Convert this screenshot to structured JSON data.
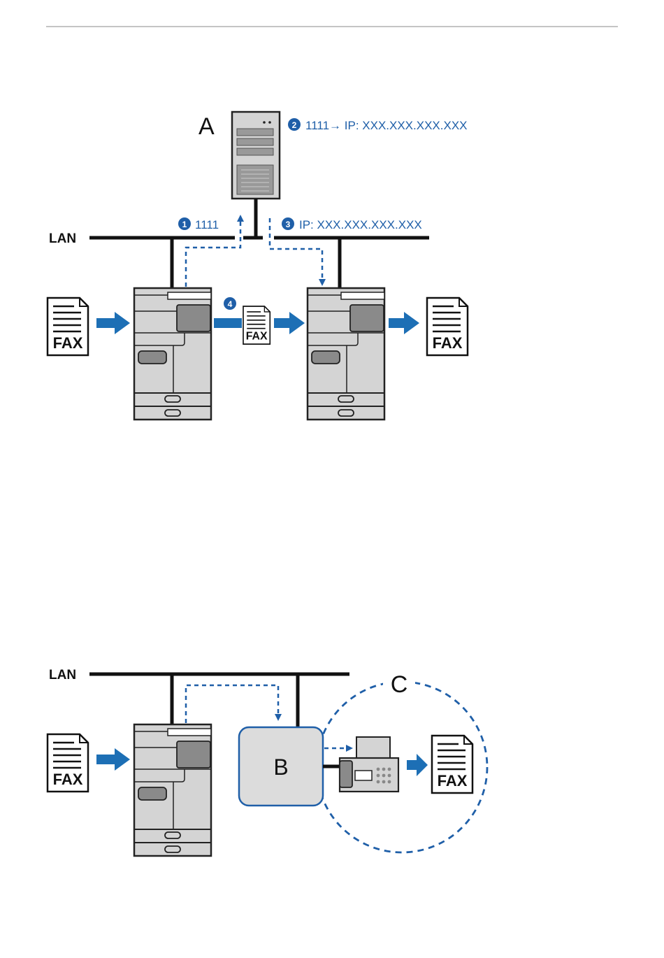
{
  "colors": {
    "blue": "#1f5fa8",
    "arrow_blue": "#1d6fb5",
    "device_fill": "#d4d4d4",
    "device_stroke": "#222222",
    "gateway_fill": "#dcdcdc",
    "gateway_stroke": "#1f5fa8"
  },
  "diagram1": {
    "server_label": "A",
    "lan_label": "LAN",
    "step1_num": "1",
    "step1_text": "1111",
    "step2_num": "2",
    "step2_text": "1111→ IP: XXX.XXX.XXX.XXX",
    "step3_num": "3",
    "step3_text": "IP: XXX.XXX.XXX.XXX",
    "step4_num": "4",
    "fax_doc_left": "FAX",
    "fax_doc_middle": "FAX",
    "fax_doc_right": "FAX"
  },
  "diagram2": {
    "lan_label": "LAN",
    "gateway_label": "B",
    "zone_label": "C",
    "fax_doc_left": "FAX",
    "fax_doc_right": "FAX"
  }
}
